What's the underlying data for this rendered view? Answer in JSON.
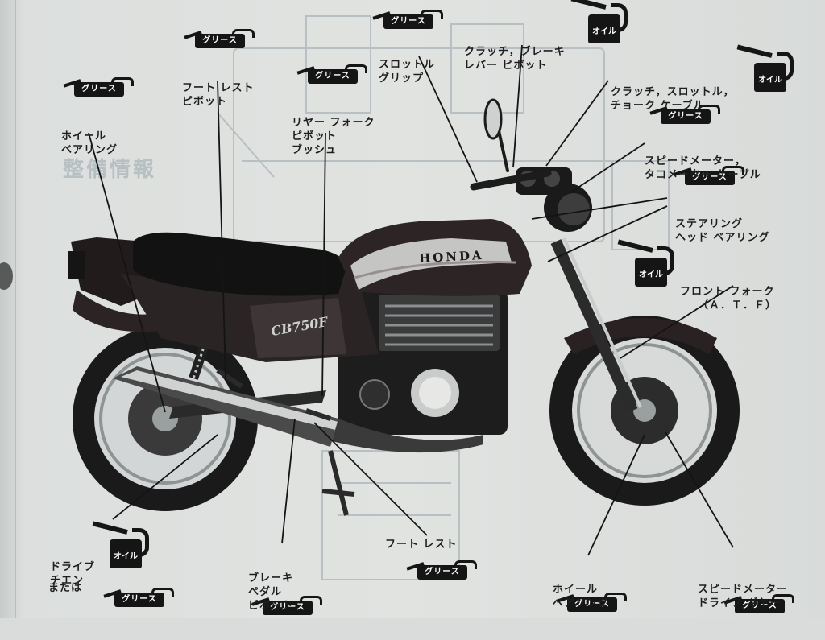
{
  "labels": {
    "wheel_bearing_rear": [
      "ホイール",
      "ベアリング"
    ],
    "footrest_pivot": [
      "フート レスト",
      "ピボット"
    ],
    "rear_fork_pivot": [
      "リヤー フォーク",
      "ピボット",
      "ブッシュ"
    ],
    "throttle_grip": [
      "スロットル",
      "グリップ"
    ],
    "clutch_brake_lever": [
      "クラッチ，ブレーキ",
      "レバー ピボット"
    ],
    "cables": [
      "クラッチ，スロットル，",
      "チョーク ケーブル"
    ],
    "meter_cables": [
      "スピードメーター，",
      "タコメーター ケーブル"
    ],
    "steering_head": [
      "ステアリング",
      "ヘッド ベアリング"
    ],
    "front_fork": [
      "フロント フォーク",
      "（Ａ．Ｔ．Ｆ）"
    ],
    "drive_chain": [
      "ドライブ",
      "チエン"
    ],
    "or_text": "または",
    "brake_pedal_pivot": [
      "ブレーキ",
      "ペダル",
      "ピボット"
    ],
    "footrest": "フート レスト",
    "wheel_bearing_front": [
      "ホイール",
      "ベアリング"
    ],
    "speedometer_gear": [
      "スピードメーター",
      "ドライブ ギヤー"
    ]
  },
  "badges": {
    "grease": "グリース",
    "oil": "オイル"
  },
  "motorcycle": {
    "brand": "HONDA",
    "model": "CB750F"
  },
  "background_text": {
    "heading": "整備情報"
  }
}
